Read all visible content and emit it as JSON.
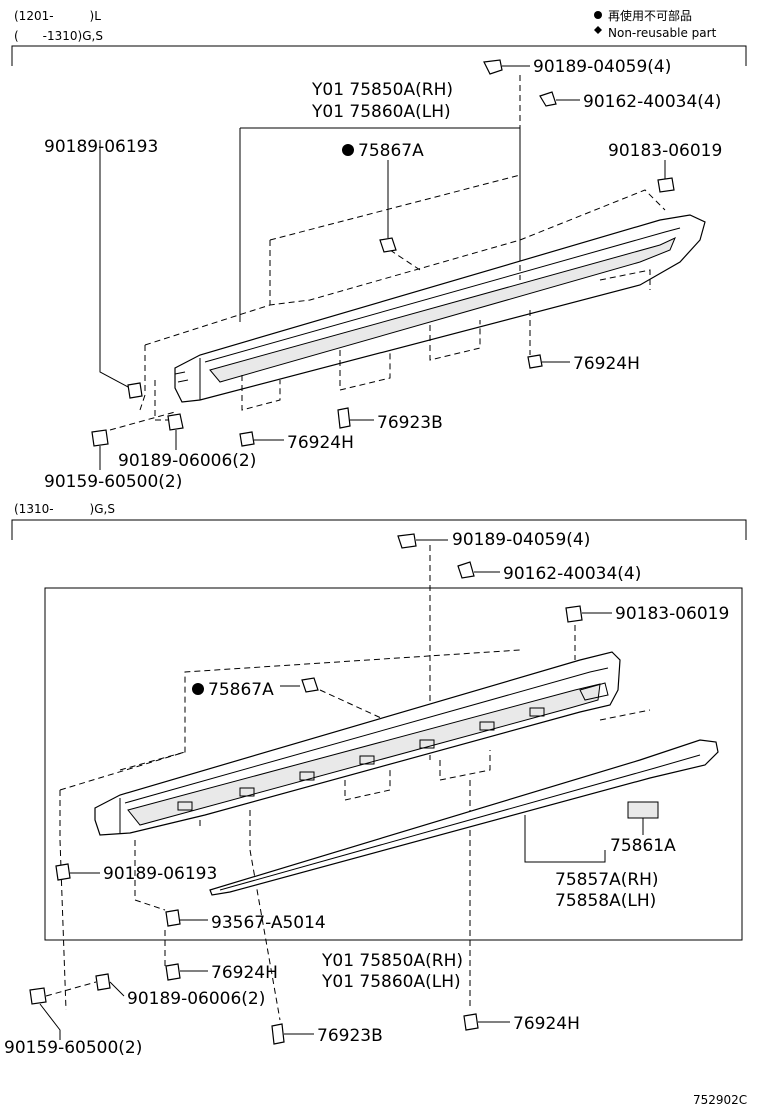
{
  "legend": {
    "bullet_ja": "再使用不可部品",
    "bullet_en": "Non-reusable part"
  },
  "section1": {
    "range_line1": "(1201-　　　)L",
    "range_line2": "(　　-1310)G,S",
    "labels": {
      "p_clip_top": "90189-04059(4)",
      "p_screw_top": "90162-40034(4)",
      "p_assy_rh": "Y01 75850A(RH)",
      "p_assy_lh": "Y01 75860A(LH)",
      "p_left_clip": "90189-06193",
      "p_nonreuse": "75867A",
      "p_right_nut": "90183-06019",
      "p_clip_mid": "76924H",
      "p_clip_stud": "76923B",
      "p_clip_low": "76924H",
      "p_clip_6006": "90189-06006(2)",
      "p_bolt": "90159-60500(2)"
    }
  },
  "section2": {
    "range_line1": "(1310-　　　)G,S",
    "labels": {
      "p_clip_top": "90189-04059(4)",
      "p_screw_top": "90162-40034(4)",
      "p_right_nut": "90183-06019",
      "p_nonreuse": "75867A",
      "p_emblem": "75861A",
      "p_mould_rh": "75857A(RH)",
      "p_mould_lh": "75858A(LH)",
      "p_left_clip": "90189-06193",
      "p_screw_a": "93567-A5014",
      "p_clip_left_low": "76924H",
      "p_assy_rh": "Y01 75850A(RH)",
      "p_assy_lh": "Y01 75860A(LH)",
      "p_clip_6006": "90189-06006(2)",
      "p_clip_right_low": "76924H",
      "p_clip_stud": "76923B",
      "p_bolt": "90159-60500(2)"
    }
  },
  "diagram_code": "752902C",
  "icons": {
    "bullet": "filled-circle-icon",
    "clip": "clip-icon",
    "screw": "screw-icon",
    "nut": "nut-icon",
    "bolt": "bolt-icon"
  }
}
